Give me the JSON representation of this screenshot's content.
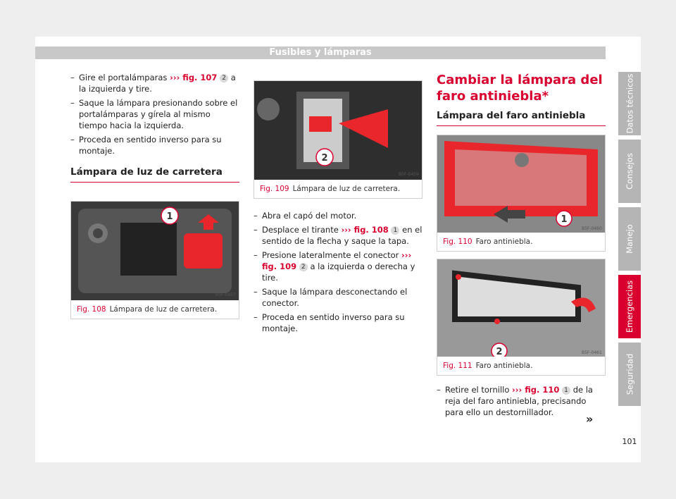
{
  "header": {
    "title": "Fusibles y lámparas"
  },
  "col1": {
    "steps": [
      {
        "a": "Gire el portalámparas ",
        "arrow": "›››",
        "ref": " fig. 107",
        "num": "2",
        "b": " a la izquierda y tire."
      },
      {
        "text": "Saque la lámpara presionando sobre el portalámparas y gírela al mismo tiempo hacia la izquierda."
      },
      {
        "text": "Proceda en sentido inverso para su montaje."
      }
    ],
    "subheading": "Lámpara de luz de carretera",
    "figure": {
      "num": "Fig. 108",
      "caption": "Lámpara de luz de carretera.",
      "code": "B5F-0457",
      "callout": "1"
    }
  },
  "col2": {
    "figure": {
      "num": "Fig. 109",
      "caption": "Lámpara de luz de carretera.",
      "code": "B5F-0459",
      "callout": "2"
    },
    "steps": [
      {
        "text": "Abra el capó del motor."
      },
      {
        "a": "Desplace el tirante ",
        "arrow": "›››",
        "ref": " fig. 108",
        "num": "1",
        "b": " en el sentido de la flecha y saque la tapa."
      },
      {
        "a": "Presione lateralmente el conector ",
        "arrow": "›››",
        "ref": " fig. 109",
        "num": "2",
        "b": " a la izquierda o derecha y tire."
      },
      {
        "text": "Saque la lámpara desconectando el conector."
      },
      {
        "text": "Proceda en sentido inverso para su montaje."
      }
    ]
  },
  "col3": {
    "heading": "Cambiar la lámpara del faro antiniebla*",
    "subheading": "Lámpara del faro antiniebla",
    "figure1": {
      "num": "Fig. 110",
      "caption": "Faro antiniebla.",
      "code": "B5F-0460",
      "callout": "1"
    },
    "figure2": {
      "num": "Fig. 111",
      "caption": "Faro antiniebla.",
      "code": "B5F-0461",
      "callout": "2"
    },
    "steps": [
      {
        "a": "Retire el tornillo ",
        "arrow": "›››",
        "ref": " fig. 110",
        "num": "1",
        "b": " de la reja del faro antiniebla, precisando para ello un destornillador."
      }
    ],
    "continue": "»"
  },
  "sidebar": {
    "tabs": [
      {
        "label": "Datos técnicos"
      },
      {
        "label": "Consejos"
      },
      {
        "label": "Manejo"
      },
      {
        "label": "Emergencias"
      },
      {
        "label": "Seguridad"
      }
    ]
  },
  "page_number": "101",
  "colors": {
    "accent": "#d9002f",
    "tab": "#b5b5b5"
  }
}
